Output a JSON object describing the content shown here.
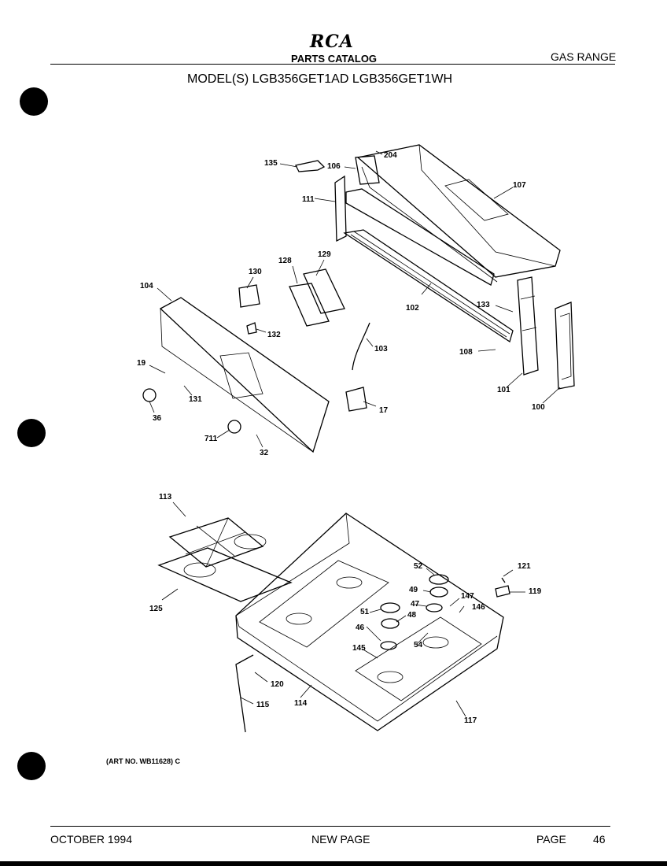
{
  "header": {
    "brand": "RCA",
    "catalog": "PARTS CATALOG",
    "category": "GAS RANGE",
    "models": "MODEL(S) LGB356GET1AD  LGB356GET1WH"
  },
  "diagram": {
    "art_no": "(ART NO. WB11628) C",
    "callouts": [
      "135",
      "106",
      "204",
      "107",
      "111",
      "128",
      "129",
      "130",
      "104",
      "102",
      "133",
      "132",
      "103",
      "108",
      "19",
      "131",
      "36",
      "17",
      "101",
      "100",
      "711",
      "32",
      "113",
      "52",
      "121",
      "49",
      "147",
      "119",
      "51",
      "48",
      "146",
      "125",
      "47",
      "46",
      "54",
      "145",
      "120",
      "114",
      "115",
      "117"
    ]
  },
  "footer": {
    "date": "OCTOBER 1994",
    "status": "NEW PAGE",
    "page_label": "PAGE",
    "page_number": "46"
  }
}
